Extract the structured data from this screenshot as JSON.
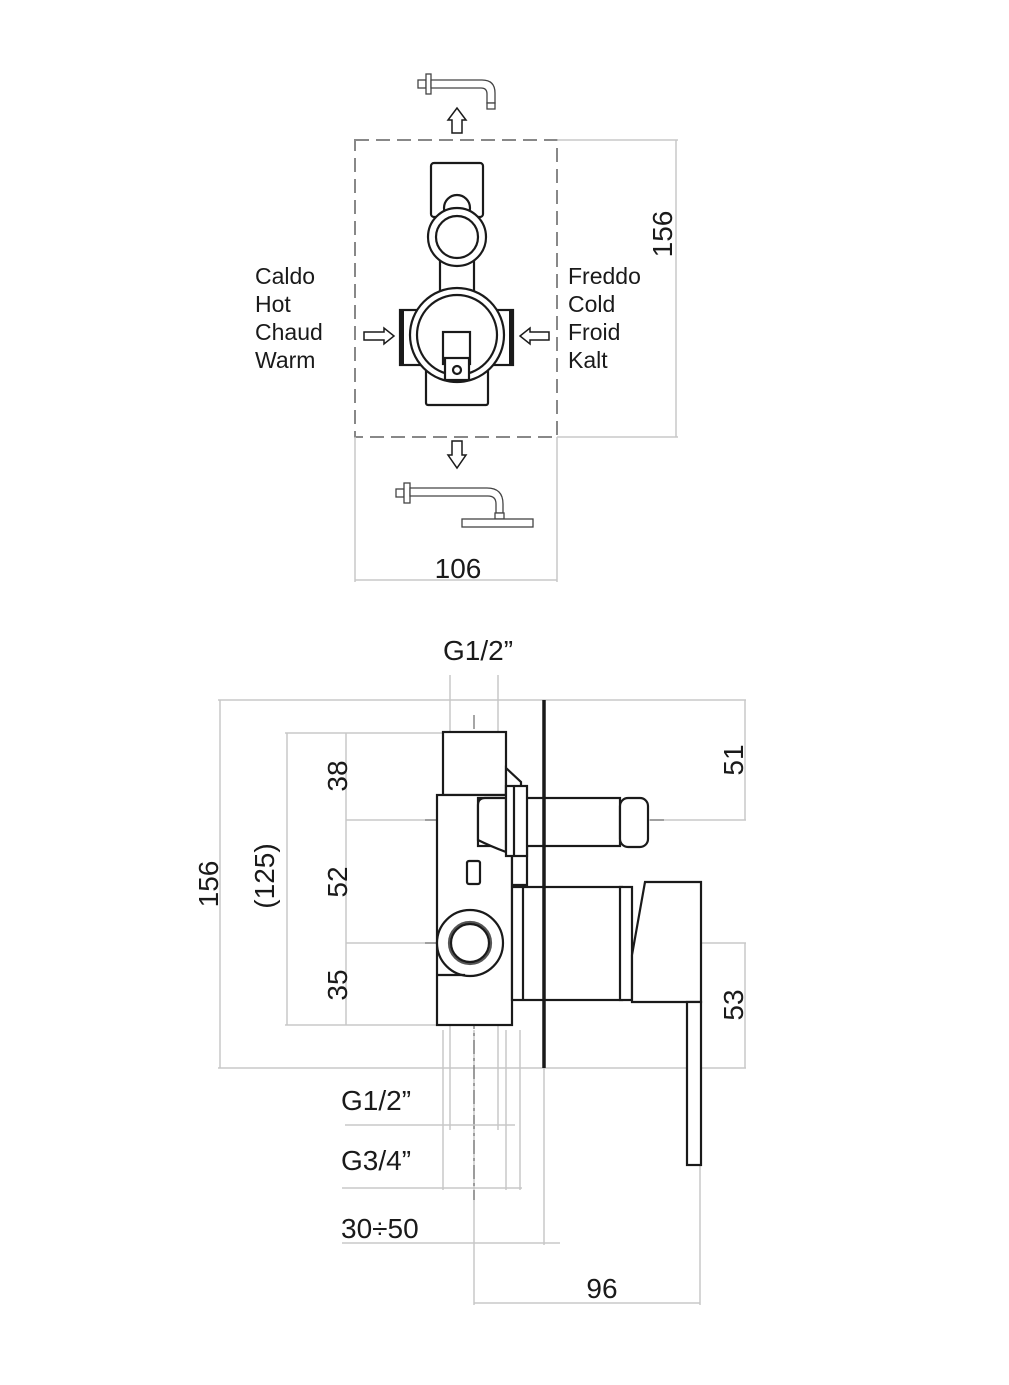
{
  "top_view": {
    "hot_labels": [
      "Caldo",
      "Hot",
      "Chaud",
      "Warm"
    ],
    "cold_labels": [
      "Freddo",
      "Cold",
      "Froid",
      "Kalt"
    ],
    "height_dim": "156",
    "width_dim": "106"
  },
  "side_view": {
    "top_thread": "G1/2”",
    "total_height": "156",
    "inner_height": "(125)",
    "seg_top": "38",
    "seg_mid": "52",
    "seg_bottom": "35",
    "right_top": "51",
    "right_bottom": "53",
    "thread_outlet": "G1/2”",
    "thread_inlet": "G3/4”",
    "install_depth": "30÷50",
    "projection": "96"
  }
}
